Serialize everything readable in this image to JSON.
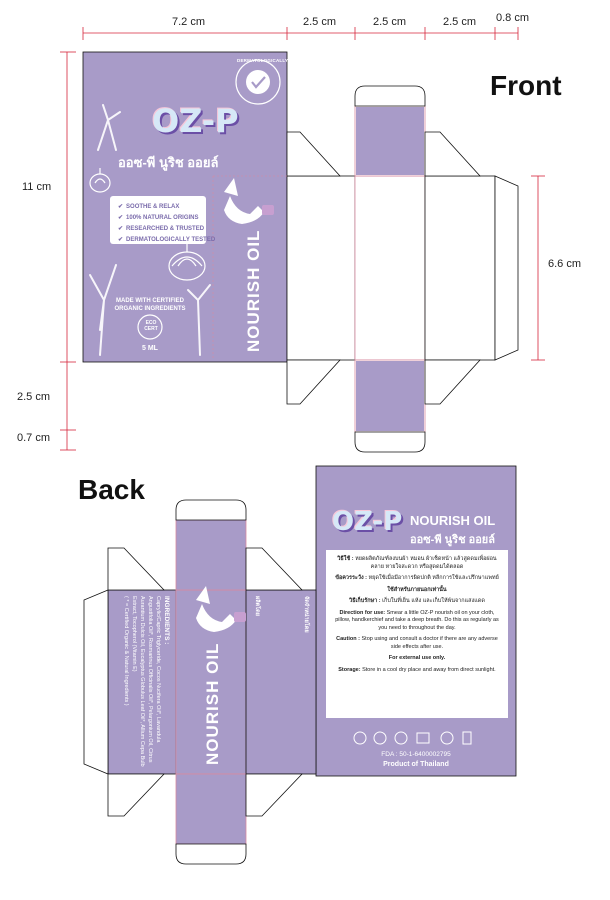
{
  "colors": {
    "panel_purple": "#a89bc8",
    "accent_purple": "#7a6bab",
    "dieline_black": "#111111",
    "fold_line_pink": "#d88aa0",
    "dim_line_red": "#d6263b"
  },
  "dimensions": {
    "top_width": "7.2 cm",
    "top_side1": "2.5 cm",
    "top_side2": "2.5 cm",
    "top_side3": "2.5 cm",
    "top_side4": "0.8 cm",
    "left_height": "11 cm",
    "left_bottom1": "2.5 cm",
    "left_bottom2": "0.7 cm",
    "right_height": "6.6 cm"
  },
  "labels": {
    "front": "Front",
    "back": "Back"
  },
  "front_panel": {
    "badge_text": "DERMATOLOGICALLY TESTED",
    "logo_text": "OZ-P",
    "thai_title": "ออซ-พี นูริช ออยล์",
    "claims": [
      "SOOTHE & RELAX",
      "100% NATURAL ORIGINS",
      "RESEARCHED & TRUSTED",
      "DERMATOLOGICALLY TESTED"
    ],
    "certified_line1": "MADE WITH CERTIFIED",
    "certified_line2": "ORGANIC INGREDIENTS",
    "eco_cert": "ECO CERT",
    "volume": "5 ML"
  },
  "side_panel": {
    "product_vertical": "NOURISH OIL"
  },
  "back_panel": {
    "logo_text": "OZ-P",
    "product_name": "NOURISH OIL",
    "thai_title": "ออซ-พี นูริช ออยล์",
    "thai_usage_label": "วิธีใช้ :",
    "thai_usage": "หยดผลิตภัณฑ์ลงบนผ้า หมอน ผ้าเช็ดหน้า แล้วสูดดมเพื่อผ่อนคลาย หายใจสะดวก หรือสูดดมได้ตลอด",
    "thai_caution_label": "ข้อควรระวัง :",
    "thai_caution": "หยุดใช้เมื่อมีอาการผิดปกติ หลีกการใช้และปรึกษาแพทย์",
    "thai_external": "ใช้สำหรับภายนอกเท่านั้น",
    "thai_storage_label": "วิธีเก็บรักษา :",
    "thai_storage": "เก็บในที่เย็น แห้ง และเก็บให้พ้นจากแสงแดด",
    "direction_label": "Direction for use:",
    "direction": "Smear a little OZ-P nourish oil on your cloth, pillow, handkerchief and take a deep breath. Do this as regularly as you need to throughout the day.",
    "caution_label": "Caution :",
    "caution": "Stop using and consult a doctor if there are any adverse side effects after use.",
    "external": "For external use only.",
    "storage_label": "Storage:",
    "storage": "Store in a cool dry place and away from direct sunlight.",
    "fda": "FDA : 50-1-6400002795",
    "origin": "Product of Thailand"
  },
  "back_side_panel": {
    "product_vertical": "NOURISH OIL",
    "ingredients_title": "INGREDIENTS :",
    "ingredients_text": "Caprylic/Capric Triglyceride, Cocos Nucifera Oil*, Lavandula Angustifolia Oil*, Rosmarinus Officinalis Oil*, Pelargonium Oil, Citrus Aurantium Dulcis Oil, Eucalyptus Globulus Leaf Oil*, Allium Cepa Bulb Extract, Tocopherol (Vitamin E)",
    "ingredients_note": "( * = Certified Organic & Natural Ingredients )",
    "manufacturer_label": "ผลิตโดย",
    "distributor_label": "จัดจำหน่ายโดย"
  }
}
